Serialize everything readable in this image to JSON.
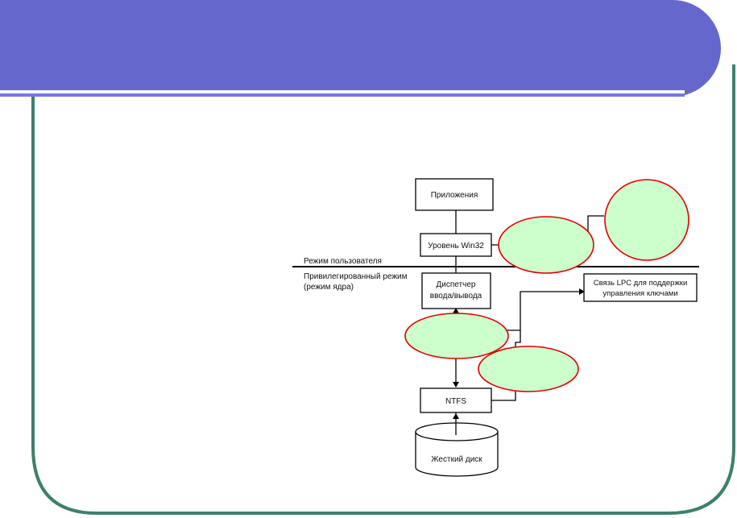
{
  "slide": {
    "colors": {
      "header": "#6667CC",
      "frame": "#3F7F6E",
      "underline": "#6667CC",
      "ellipse_fill": "#CCFFCC",
      "ellipse_stroke": "#E00000"
    }
  },
  "diagram": {
    "boxes": {
      "apps": "Приложения",
      "win32": "Уровень Win32",
      "io_line1": "Диспетчер",
      "io_line2": "ввода/вывода",
      "lpc_line1": "Связь LPC для поддержки",
      "lpc_line2": "управления ключами",
      "ntfs": "NTFS",
      "disk": "Жесткий диск"
    },
    "regions": {
      "user_mode": "Режим пользователя",
      "kernel_line1": "Привилегированный режим",
      "kernel_line2": "(режим ядра)"
    },
    "callouts": [
      "",
      "",
      "",
      ""
    ]
  }
}
